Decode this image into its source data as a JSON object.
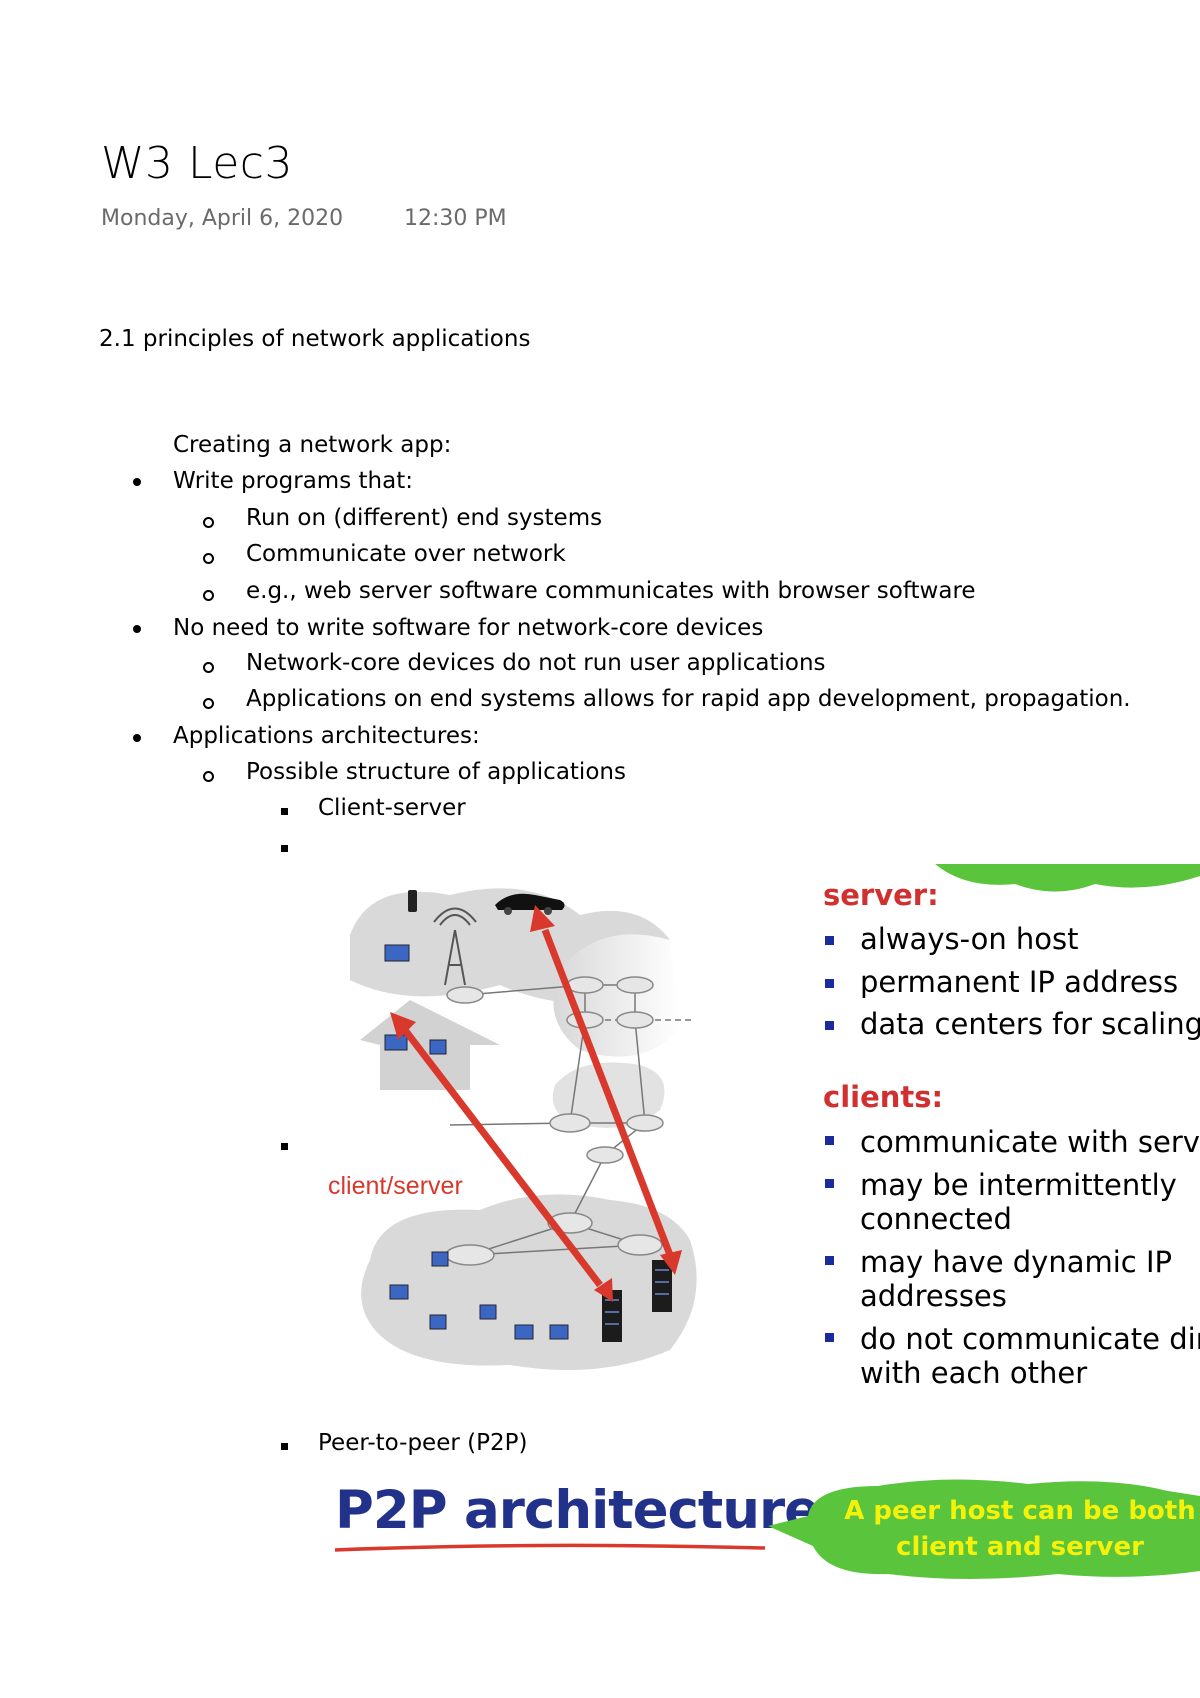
{
  "note": {
    "title": "W3 Lec3",
    "date": "Monday, April 6, 2020",
    "time": "12:30 PM",
    "section_heading": "2.1 principles of network applications"
  },
  "outline": {
    "intro": "Creating a network app:",
    "b1": "Write programs that:",
    "b1_1": "Run on (different) end systems",
    "b1_2": "Communicate over network",
    "b1_3": "e.g., web server software communicates with browser software",
    "b2": "No need to write software for network-core devices",
    "b2_1": "Network-core devices do not run user applications",
    "b2_2": "Applications on end systems allows for rapid app development, propagation.",
    "b3": "Applications architectures:",
    "b3_1": "Possible structure of applications",
    "b3_1_1": "Client-server",
    "b3_1_3": "Peer-to-peer (P2P)"
  },
  "slide_cs": {
    "diagram_label": "client/server",
    "server_head": "server:",
    "server_items": [
      "always-on host",
      "permanent IP address",
      "data centers for scaling"
    ],
    "clients_head": "clients:",
    "client_items": [
      "communicate with server",
      "may be intermittently",
      "connected",
      "may have dynamic IP",
      "addresses",
      "do not communicate directly",
      "with each other"
    ],
    "arrow_color": "#d9382c",
    "cloud_color": "#5ac43d"
  },
  "slide_p2p": {
    "title": "P2P architecture",
    "cloud_line1": "A peer host can be both",
    "cloud_line2": "client and server"
  }
}
